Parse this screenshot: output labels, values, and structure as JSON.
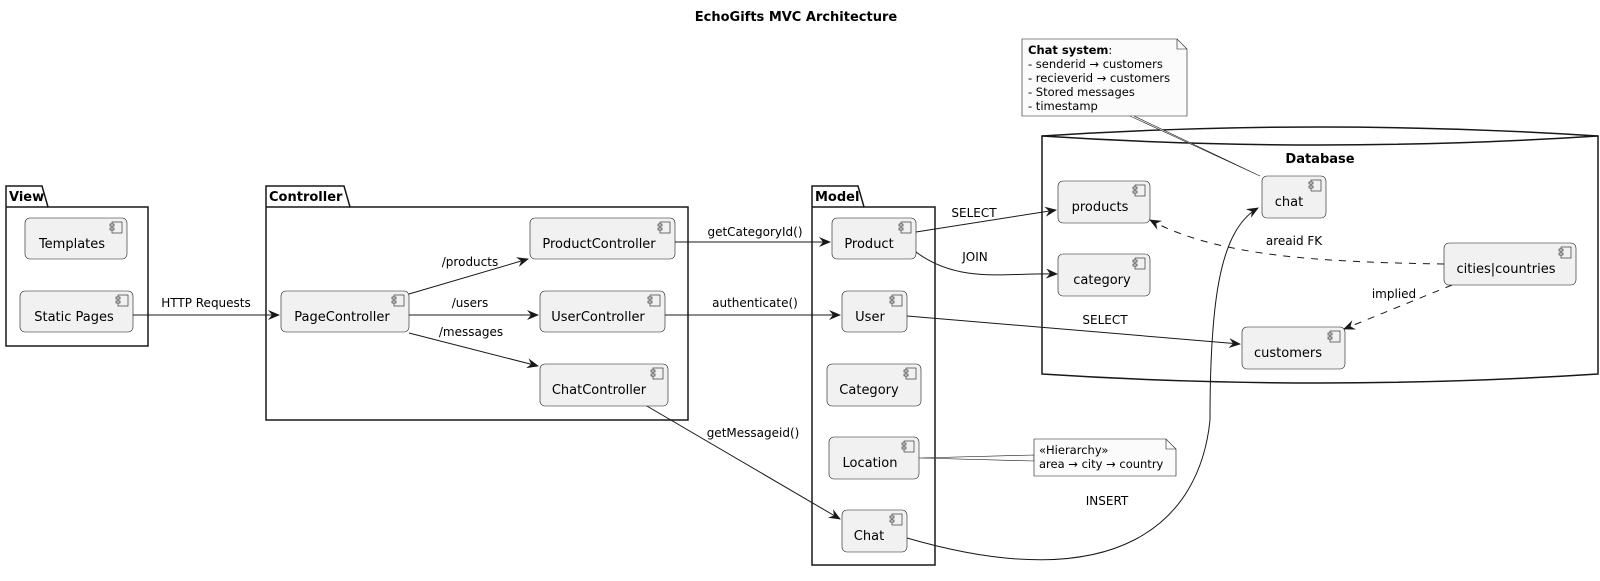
{
  "title": "EchoGifts MVC Architecture",
  "packages": {
    "view": "View",
    "controller": "Controller",
    "model": "Model",
    "database": "Database"
  },
  "components": {
    "templates": "Templates",
    "static_pages": "Static Pages",
    "page_controller": "PageController",
    "product_controller": "ProductController",
    "user_controller": "UserController",
    "chat_controller": "ChatController",
    "product": "Product",
    "user": "User",
    "category": "Category",
    "location": "Location",
    "chat": "Chat",
    "db_products": "products",
    "db_category": "category",
    "db_chat": "chat",
    "db_customers": "customers",
    "db_cities_countries": "cities|countries"
  },
  "edges": {
    "http_requests": "HTTP Requests",
    "products_route": "/products",
    "users_route": "/users",
    "messages_route": "/messages",
    "get_category_id": "getCategoryId()",
    "authenticate": "authenticate()",
    "get_message_id": "getMessageid()",
    "select_products": "SELECT",
    "join_category": "JOIN",
    "select_customers": "SELECT",
    "insert_chat": "INSERT",
    "areaid_fk": "areaid FK",
    "implied": "implied"
  },
  "notes": {
    "chat_system": {
      "heading": "Chat system",
      "heading_suffix": ":",
      "lines": [
        "- senderid → customers",
        "- recieverid → customers",
        "- Stored messages",
        "- timestamp"
      ]
    },
    "hierarchy": {
      "lines": [
        "«Hierarchy»",
        "area → city → country"
      ]
    }
  }
}
